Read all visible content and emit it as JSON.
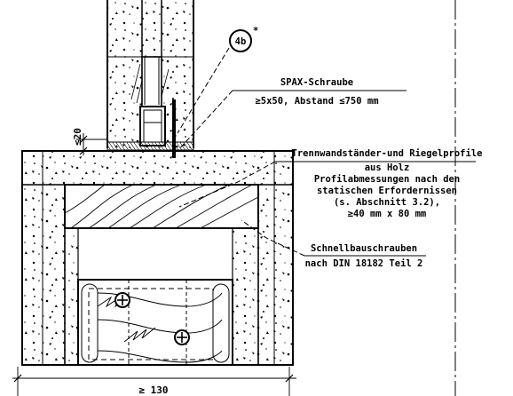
{
  "detail_marker": {
    "number": "4b",
    "suffix": "*"
  },
  "labels": {
    "screw_title": "SPAX-Schraube",
    "screw_spec": "≥5x50, Abstand ≤750 mm",
    "profile_line1": "Trennwandständer-und Riegelprofile",
    "profile_line2": "aus Holz",
    "profile_line3": "Profilabmessungen nach den",
    "profile_line4": "statischen Erfordernissen",
    "profile_line5": "(s. Abschnitt 3.2),",
    "profile_line6": "≥40 mm x 80 mm",
    "screw2_line1": "Schnellbauschrauben",
    "screw2_line2": "nach DIN 18182 Teil 2"
  },
  "dimensions": {
    "gap": "≤20",
    "width": "≥ 130"
  }
}
